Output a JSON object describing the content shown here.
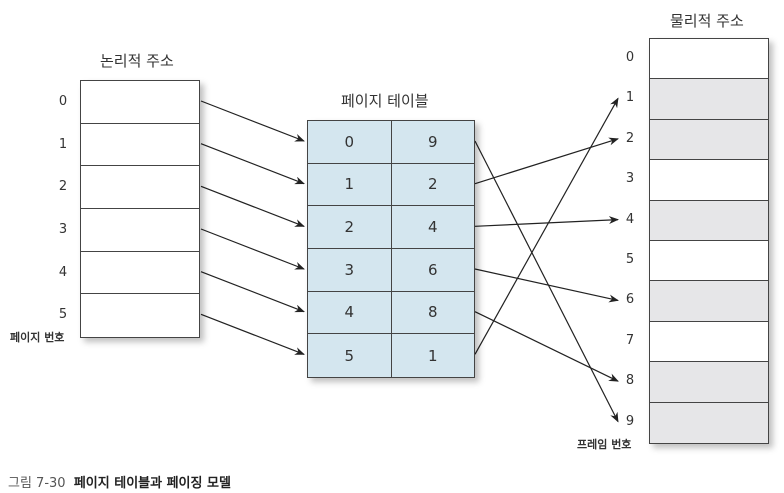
{
  "logical": {
    "title": "논리적 주소",
    "page_numbers": [
      "0",
      "1",
      "2",
      "3",
      "4",
      "5"
    ],
    "footer_label": "페이지 번호"
  },
  "page_table": {
    "title": "페이지 테이블",
    "rows": [
      {
        "page": "0",
        "frame": "9"
      },
      {
        "page": "1",
        "frame": "2"
      },
      {
        "page": "2",
        "frame": "4"
      },
      {
        "page": "3",
        "frame": "6"
      },
      {
        "page": "4",
        "frame": "8"
      },
      {
        "page": "5",
        "frame": "1"
      }
    ]
  },
  "physical": {
    "title": "물리적 주소",
    "frame_numbers": [
      "0",
      "1",
      "2",
      "3",
      "4",
      "5",
      "6",
      "7",
      "8",
      "9"
    ],
    "occupied_frames": [
      1,
      2,
      4,
      6,
      8,
      9
    ],
    "footer_label": "프레임 번호"
  },
  "colors": {
    "table_fill": "#d4e6ef",
    "occupied_fill": "#e6e6e8",
    "line": "#222222"
  },
  "caption": {
    "figure_no": "그림 7-30",
    "text": "페이지 테이블과 페이징 모델"
  }
}
